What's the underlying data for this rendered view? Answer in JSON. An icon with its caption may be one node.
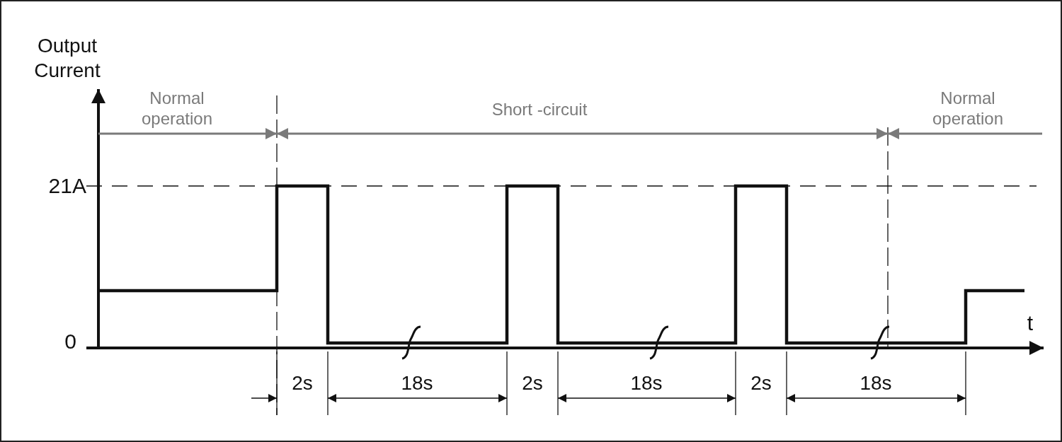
{
  "diagram": {
    "labels": [
      "Output Current",
      "Normal operation",
      "Short -circuit",
      "Normal operation",
      "21A",
      "t",
      "0",
      "2s",
      "18s",
      "2s",
      "18s",
      "2s",
      "18s"
    ]
  }
}
